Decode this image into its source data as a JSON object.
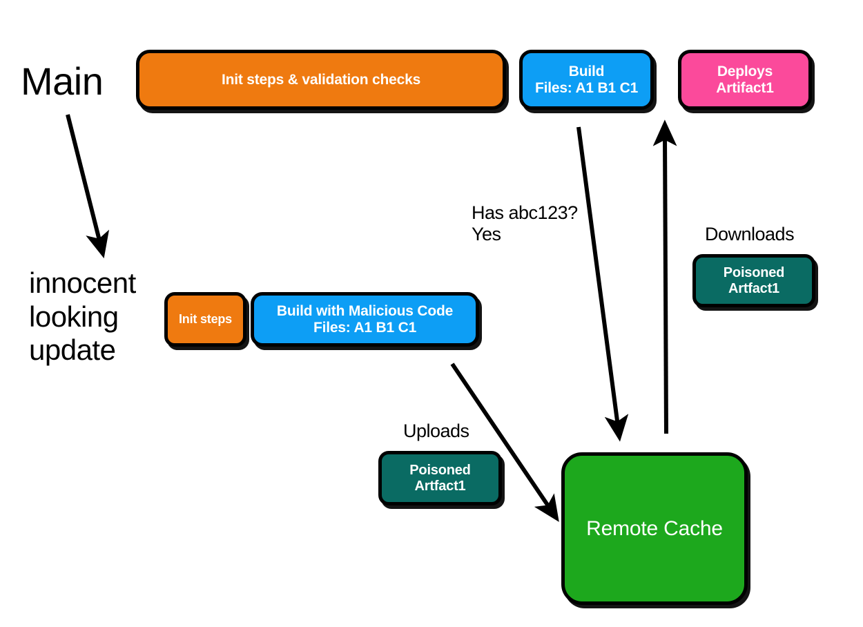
{
  "diagram": {
    "title_text": "Main",
    "branch_text": "innocent\nlooking\nupdate",
    "background_color": "#ffffff",
    "stroke_color": "#000000"
  },
  "palette": {
    "orange": "#ef7a10",
    "blue": "#0d9ef5",
    "pink": "#fb4a9b",
    "teal": "#0a6b63",
    "green": "#1da81d",
    "black": "#000000",
    "white": "#ffffff"
  },
  "lanes": {
    "main": {
      "label": "Main",
      "nodes": [
        {
          "id": "init-validation",
          "text": "Init steps & validation checks",
          "color": "#ef7a10"
        },
        {
          "id": "build-main",
          "text": "Build\nFiles: A1  B1  C1",
          "color": "#0d9ef5"
        },
        {
          "id": "deploys",
          "text": "Deploys\nArtifact1",
          "color": "#fb4a9b"
        }
      ]
    },
    "feature": {
      "label": "innocent\nlooking\nupdate",
      "nodes": [
        {
          "id": "init-steps",
          "text": "Init steps",
          "color": "#ef7a10"
        },
        {
          "id": "build-malicious",
          "text": "Build with Malicious Code\nFiles: A1  B1  C1",
          "color": "#0d9ef5"
        }
      ]
    }
  },
  "artifacts": {
    "download": {
      "caption": "Downloads",
      "text": "Poisoned\nArtfact1",
      "color": "#0a6b63"
    },
    "upload": {
      "caption": "Uploads",
      "text": "Poisoned\nArtfact1",
      "color": "#0a6b63"
    }
  },
  "cache": {
    "label": "Remote Cache",
    "color": "#1da81d"
  },
  "annotations": {
    "cache_query": "Has abc123?\nYes"
  },
  "edges": [
    {
      "id": "main-to-branch",
      "label": "",
      "from": "Main",
      "to": "innocent looking update"
    },
    {
      "id": "build-to-cache",
      "label": "Has abc123? Yes",
      "from": "Build",
      "to": "Remote Cache"
    },
    {
      "id": "cache-to-deploys",
      "label": "Downloads",
      "from": "Remote Cache",
      "to": "Deploys Artifact1"
    },
    {
      "id": "malicious-to-cache",
      "label": "Uploads",
      "from": "Build with Malicious Code",
      "to": "Remote Cache"
    }
  ]
}
